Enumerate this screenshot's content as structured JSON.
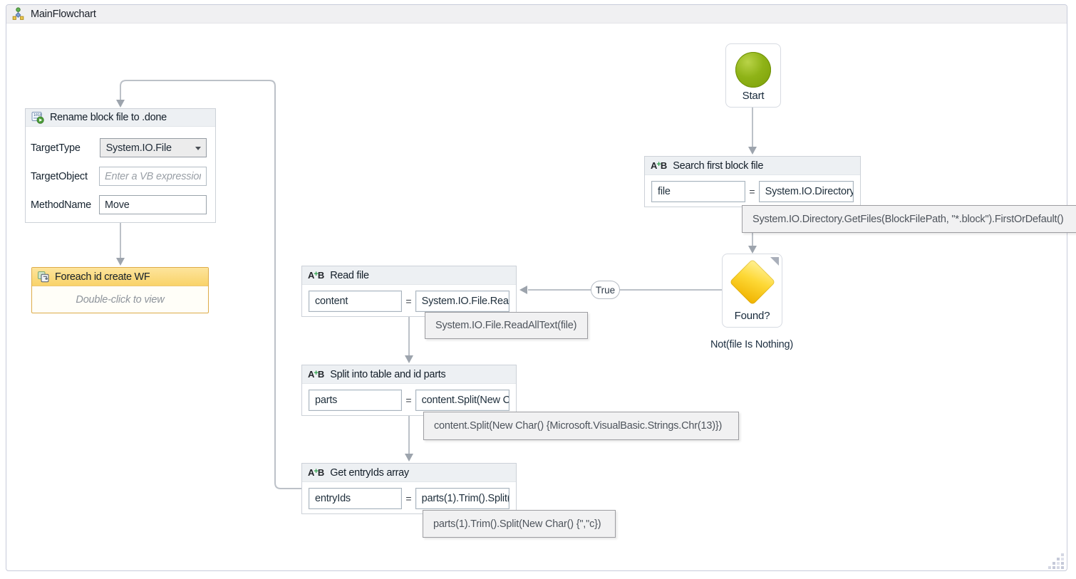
{
  "window": {
    "title": "MainFlowchart"
  },
  "ui": {
    "equals": "=",
    "assign_icon": {
      "a": "A",
      "plus": "+",
      "b": "B"
    }
  },
  "nodes": {
    "start": {
      "label": "Start"
    },
    "search": {
      "title": "Search first block file",
      "variable": "file",
      "expression": "System.IO.Directory.GetFiles(BlockFilePath, \"*.block\").FirstOrDefault()",
      "tooltip": "System.IO.Directory.GetFiles(BlockFilePath, \"*.block\").FirstOrDefault()"
    },
    "decision": {
      "label": "Found?",
      "condition": "Not(file Is Nothing)",
      "true_label": "True"
    },
    "read": {
      "title": "Read file",
      "variable": "content",
      "expression": "System.IO.File.ReadAllText(file)",
      "tooltip": "System.IO.File.ReadAllText(file)"
    },
    "split": {
      "title": "Split into table and id parts",
      "variable": "parts",
      "expression": "content.Split(New Char() {Microsoft.VisualBasic.Strings.Chr(13)})",
      "tooltip": "content.Split(New Char() {Microsoft.VisualBasic.Strings.Chr(13)})"
    },
    "entry_ids": {
      "title": "Get entryIds array",
      "variable": "entryIds",
      "expression": "parts(1).Trim().Split(New Char() {\",\"c})",
      "tooltip": "parts(1).Trim().Split(New Char() {\",\"c})"
    },
    "rename": {
      "title": "Rename block file to .done",
      "fields": [
        {
          "label": "TargetType",
          "value": "System.IO.File"
        },
        {
          "label": "TargetObject",
          "placeholder": "Enter a VB expression"
        },
        {
          "label": "MethodName",
          "value": "Move"
        }
      ]
    },
    "foreach": {
      "title": "Foreach id create WF",
      "body": "Double-click to view"
    }
  },
  "colors": {
    "start_green": "#7b9e08",
    "decision_yellow": "#fdd835",
    "foreach_header": "#fbda79",
    "connector": "#bcc1c8",
    "header_gray": "#edf0f3"
  }
}
